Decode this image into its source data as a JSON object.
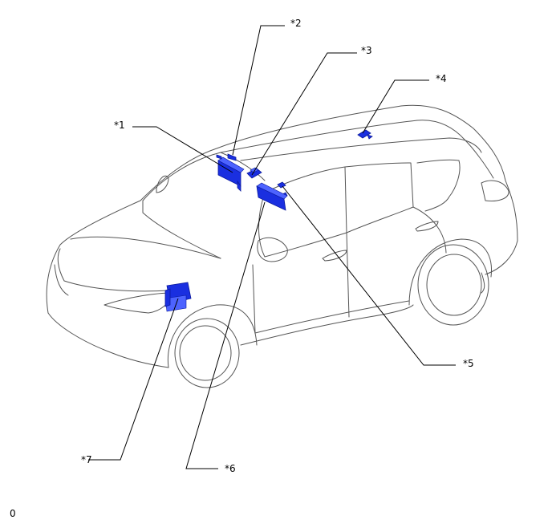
{
  "callouts": [
    {
      "id": "1",
      "label": "*1"
    },
    {
      "id": "2",
      "label": "*2"
    },
    {
      "id": "3",
      "label": "*3"
    },
    {
      "id": "4",
      "label": "*4"
    },
    {
      "id": "5",
      "label": "*5"
    },
    {
      "id": "6",
      "label": "*6"
    },
    {
      "id": "7",
      "label": "*7"
    }
  ],
  "footer_code": "0",
  "colors": {
    "component": "#1a2fe0",
    "outline": "#555555",
    "leader": "#000000"
  }
}
